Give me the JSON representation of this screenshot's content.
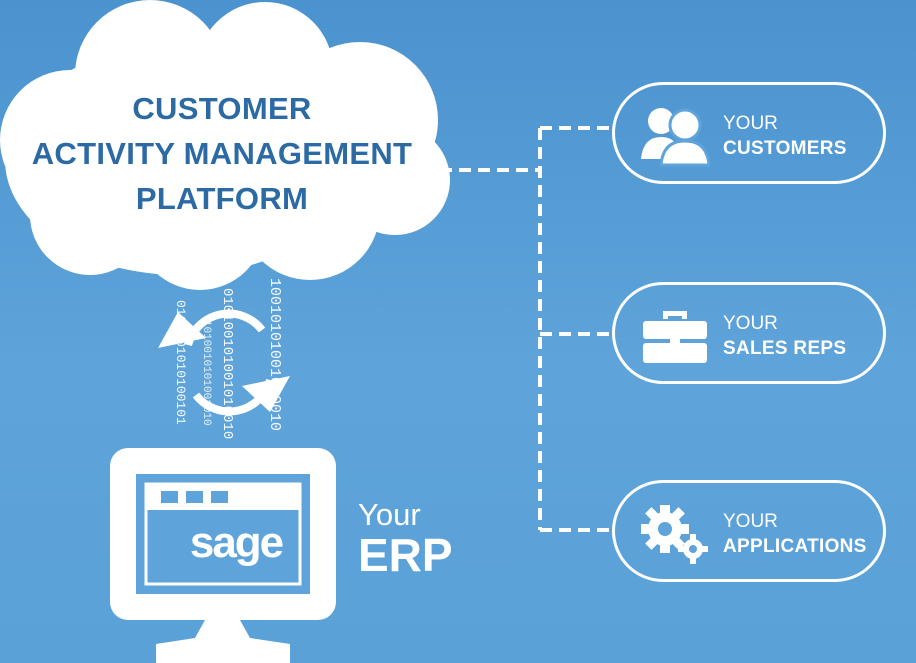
{
  "cloud": {
    "line1": "CUSTOMER",
    "line2": "ACTIVITY MANAGEMENT",
    "line3": "PLATFORM"
  },
  "binary_streams": [
    "0101001010100101",
    "010100101001010010",
    "1010010101001010",
    "10010101001010010"
  ],
  "erp": {
    "brand": "sage",
    "your": "Your",
    "label": "ERP"
  },
  "nodes": [
    {
      "your": "YOUR",
      "label": "CUSTOMERS",
      "icon": "customers-icon"
    },
    {
      "your": "YOUR",
      "label": "SALES REPS",
      "icon": "briefcase-icon"
    },
    {
      "your": "YOUR",
      "label": "APPLICATIONS",
      "icon": "gears-icon"
    }
  ],
  "colors": {
    "background": "#4b93cf",
    "cloud_text": "#2c6aa4",
    "foreground": "#ffffff"
  }
}
